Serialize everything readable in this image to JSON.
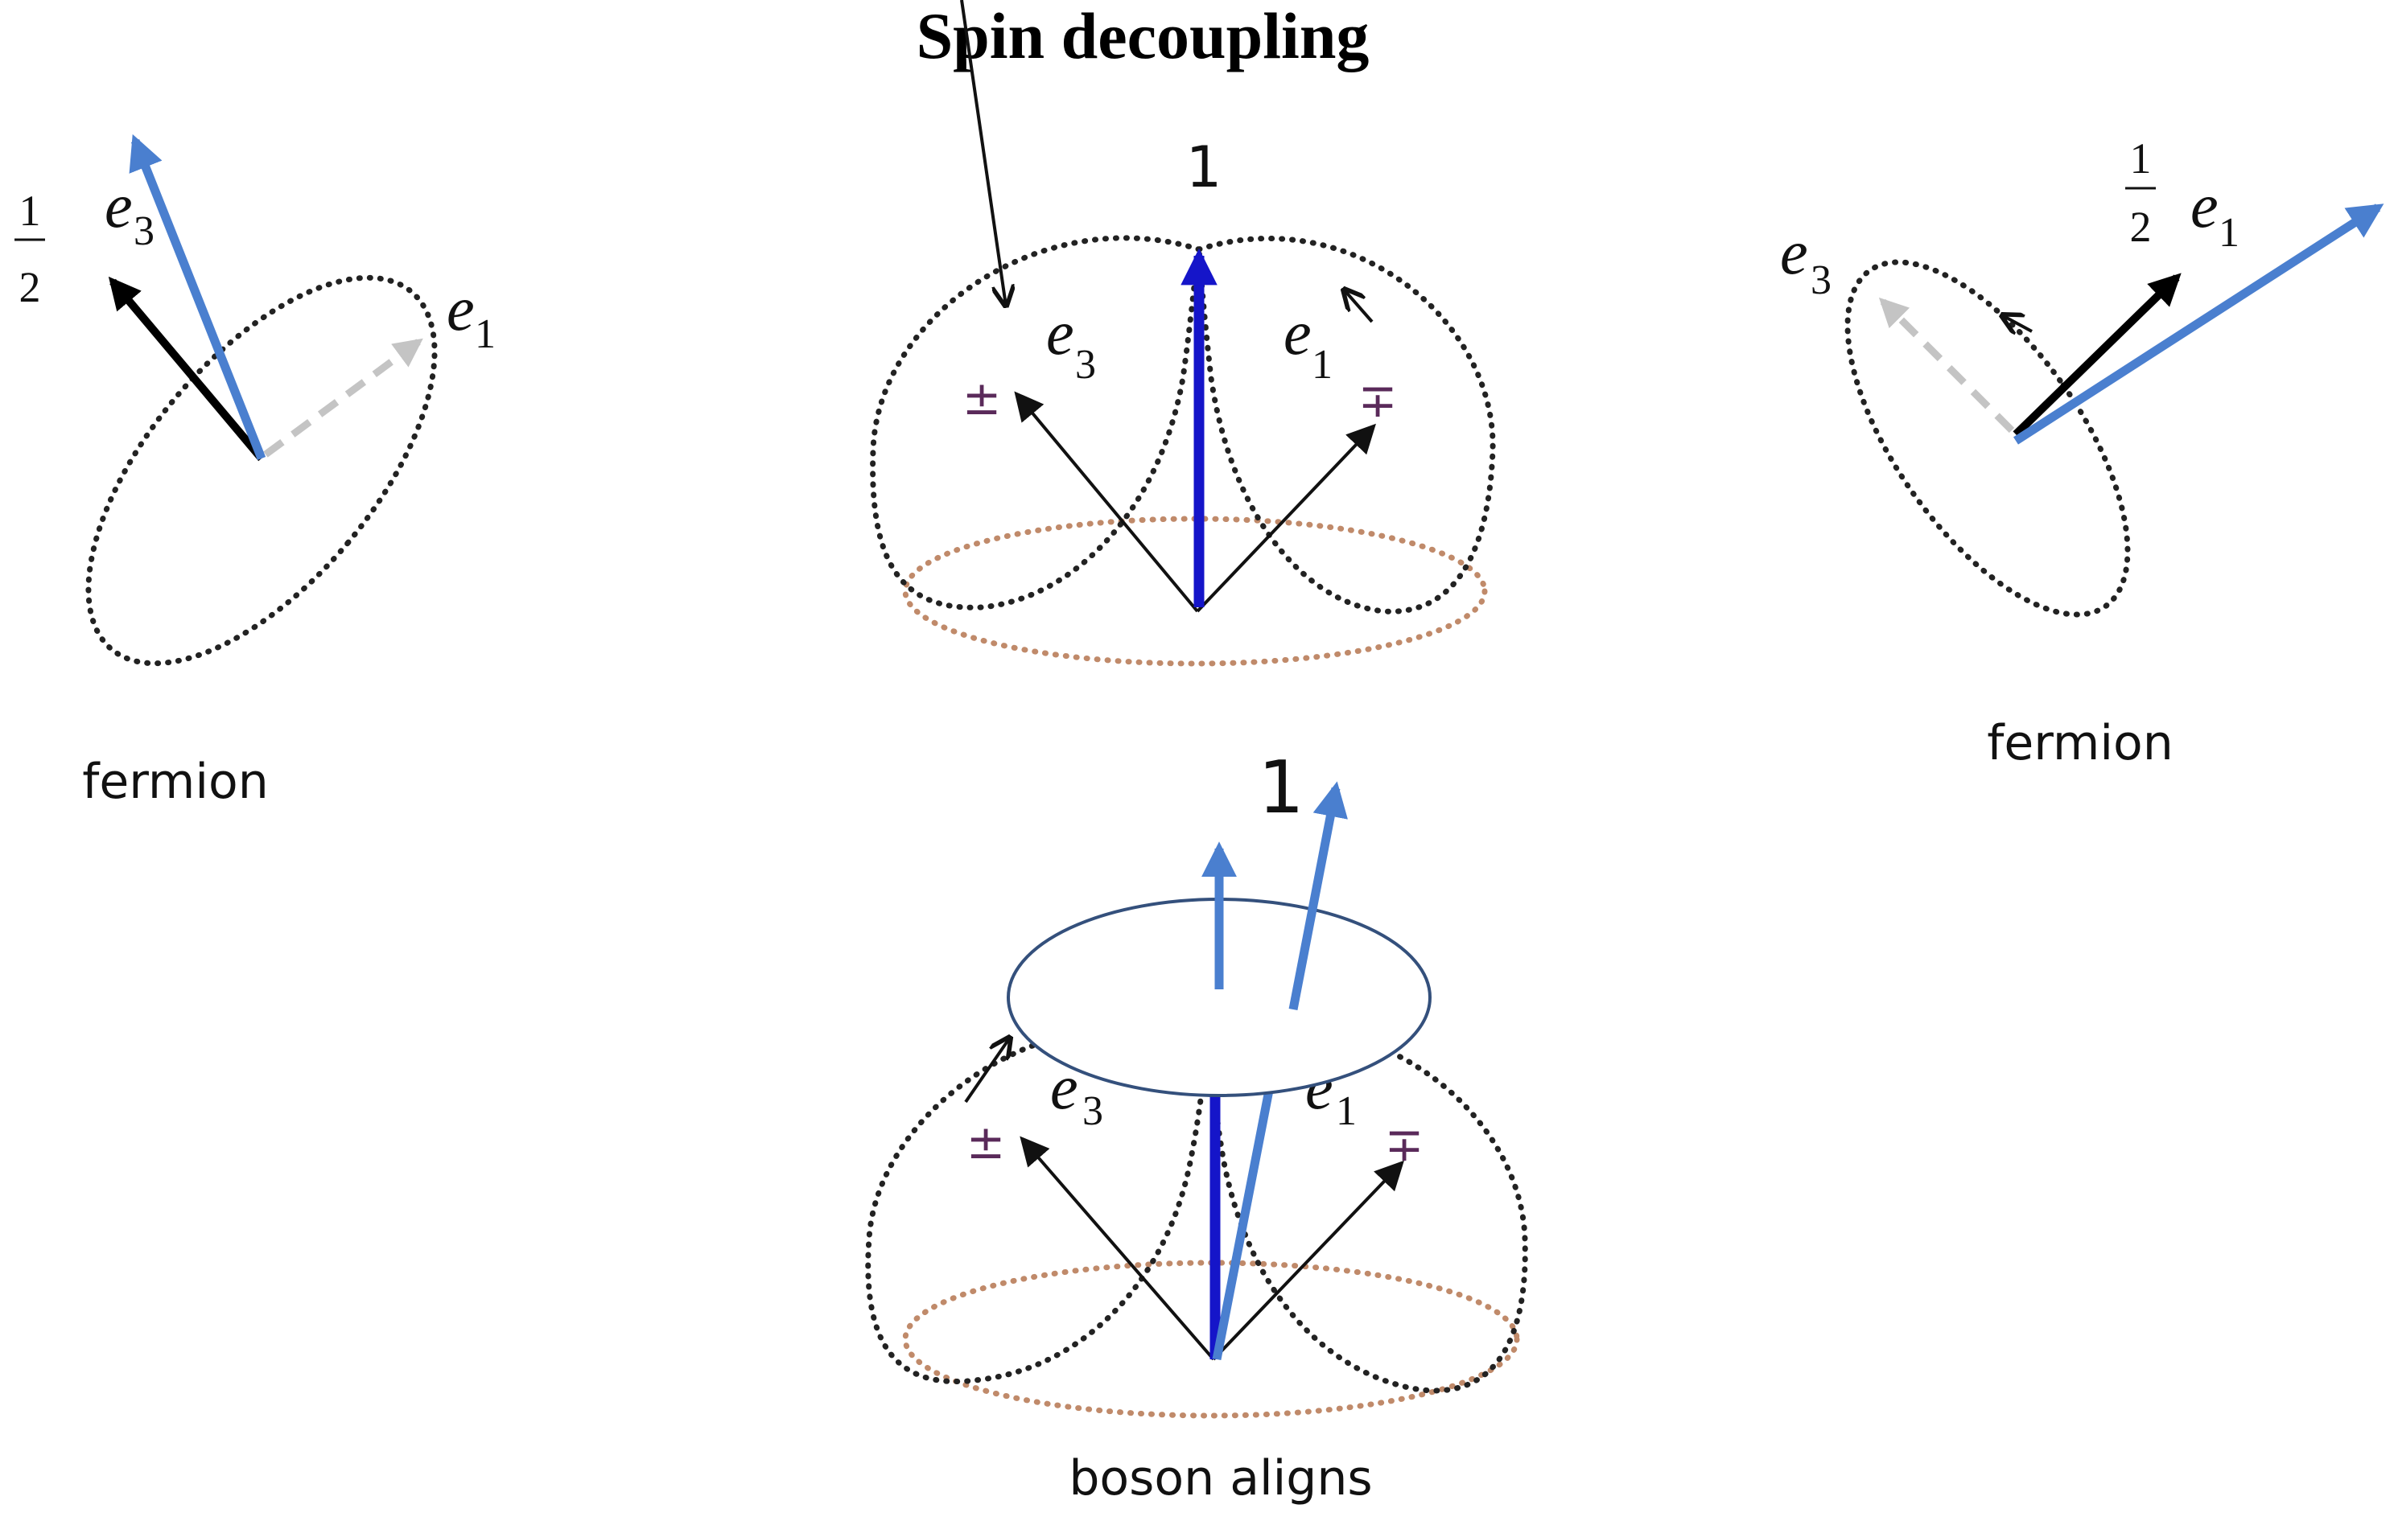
{
  "title": "Spin decoupling",
  "left_panel": {
    "fraction_numerator": "1",
    "fraction_denominator": "2",
    "e3_letter": "e",
    "e3_sub": "3",
    "e1_letter": "e",
    "e1_sub": "1",
    "caption": "fermion"
  },
  "center_top_panel": {
    "spin_label": "1",
    "e3_letter": "e",
    "e3_sub": "3",
    "e1_letter": "e",
    "e1_sub": "1",
    "plus_minus": "±",
    "minus_plus": "∓"
  },
  "right_panel": {
    "fraction_numerator": "1",
    "fraction_denominator": "2",
    "e3_letter": "e",
    "e3_sub": "3",
    "e1_letter": "e",
    "e1_sub": "1",
    "caption": "fermion"
  },
  "bottom_panel": {
    "spin_label": "1",
    "e3_letter": "e",
    "e3_sub": "3",
    "e1_letter": "e",
    "e1_sub": "1",
    "plus_minus": "±",
    "minus_plus": "∓",
    "caption": "boson aligns"
  },
  "colors": {
    "blue_arrow": "#4a7fcf",
    "dark_blue_arrow": "#1515c9",
    "grey_dashed_arrow": "#c4c4c4",
    "dotted_circle": "#222222",
    "dotted_base_circle": "#c08a6a",
    "pm_symbol": "#5a2a5a"
  }
}
